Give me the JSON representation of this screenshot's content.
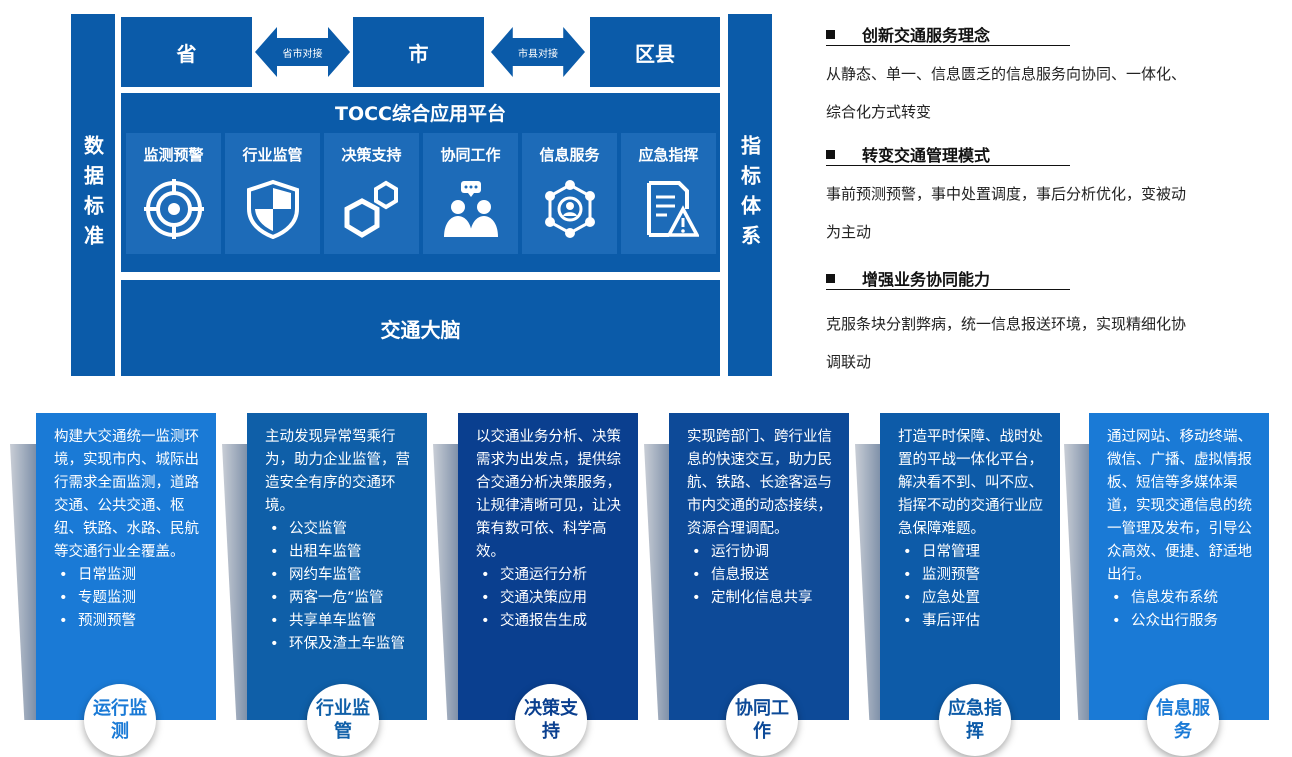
{
  "diagram": {
    "left_bar": "数据标准",
    "right_bar": "指标体系",
    "levels": [
      "省",
      "市",
      "区县"
    ],
    "connectors": [
      "省市对接",
      "市县对接"
    ],
    "platform_title": "TOCC综合应用平台",
    "modules": [
      {
        "label": "监测预警",
        "icon": "target-icon"
      },
      {
        "label": "行业监管",
        "icon": "shield-icon"
      },
      {
        "label": "决策支持",
        "icon": "hexagon-icon"
      },
      {
        "label": "协同工作",
        "icon": "team-chat-icon"
      },
      {
        "label": "信息服务",
        "icon": "network-user-icon"
      },
      {
        "label": "应急指挥",
        "icon": "document-warning-icon"
      }
    ],
    "brain": "交通大脑",
    "color": "#0b5ba9"
  },
  "info": [
    {
      "title": "创新交通服务理念",
      "text": "从静态、单一、信息匮乏的信息服务向协同、一体化、综合化方式转变"
    },
    {
      "title": "转变交通管理模式",
      "text": "事前预测预警，事中处置调度，事后分析优化，变被动为主动"
    },
    {
      "title": "增强业务协同能力",
      "text": "克服条块分割弊病，统一信息报送环境，实现精细化协调联动"
    }
  ],
  "cards": [
    {
      "desc": "构建大交通统一监测环境，实现市内、城际出行需求全面监测，道路交通、公共交通、枢纽、铁路、水路、民航等交通行业全覆盖。",
      "items": [
        "日常监测",
        "专题监测",
        "预测预警"
      ],
      "badge": "运行监测",
      "color": "#1a7ad6"
    },
    {
      "desc": "主动发现异常驾乘行为，助力企业监管，营造安全有序的交通环境。",
      "items": [
        "公交监管",
        "出租车监管",
        "网约车监管",
        "两客一危”监管",
        "共享单车监管",
        "环保及渣土车监管"
      ],
      "badge": "行业监管",
      "color": "#0f5fa8"
    },
    {
      "desc": "以交通业务分析、决策需求为出发点，提供综合交通分析决策服务，让规律清晰可见，让决策有数可依、科学高效。",
      "items": [
        "交通运行分析",
        "交通决策应用",
        "交通报告生成"
      ],
      "badge": "决策支持",
      "color": "#0a3f8f"
    },
    {
      "desc": "实现跨部门、跨行业信息的快速交互，助力民航、铁路、长途客运与市内交通的动态接续，资源合理调配。",
      "items": [
        "运行协调",
        "信息报送",
        "定制化信息共享"
      ],
      "badge": "协同工作",
      "color": "#0d4a98"
    },
    {
      "desc": "打造平时保障、战时处置的平战一体化平台，解决看不到、叫不应、指挥不动的交通行业应急保障难题。",
      "items": [
        "日常管理",
        "监测预警",
        "应急处置",
        "事后评估"
      ],
      "badge": "应急指挥",
      "color": "#0d5ba8"
    },
    {
      "desc": "通过网站、移动终端、微信、广播、虚拟情报板、短信等多媒体渠道，实现交通信息的统一管理及发布，引导公众高效、便捷、舒适地出行。",
      "items": [
        "信息发布系统",
        "公众出行服务"
      ],
      "badge": "信息服务",
      "color": "#1a7ad6"
    }
  ]
}
